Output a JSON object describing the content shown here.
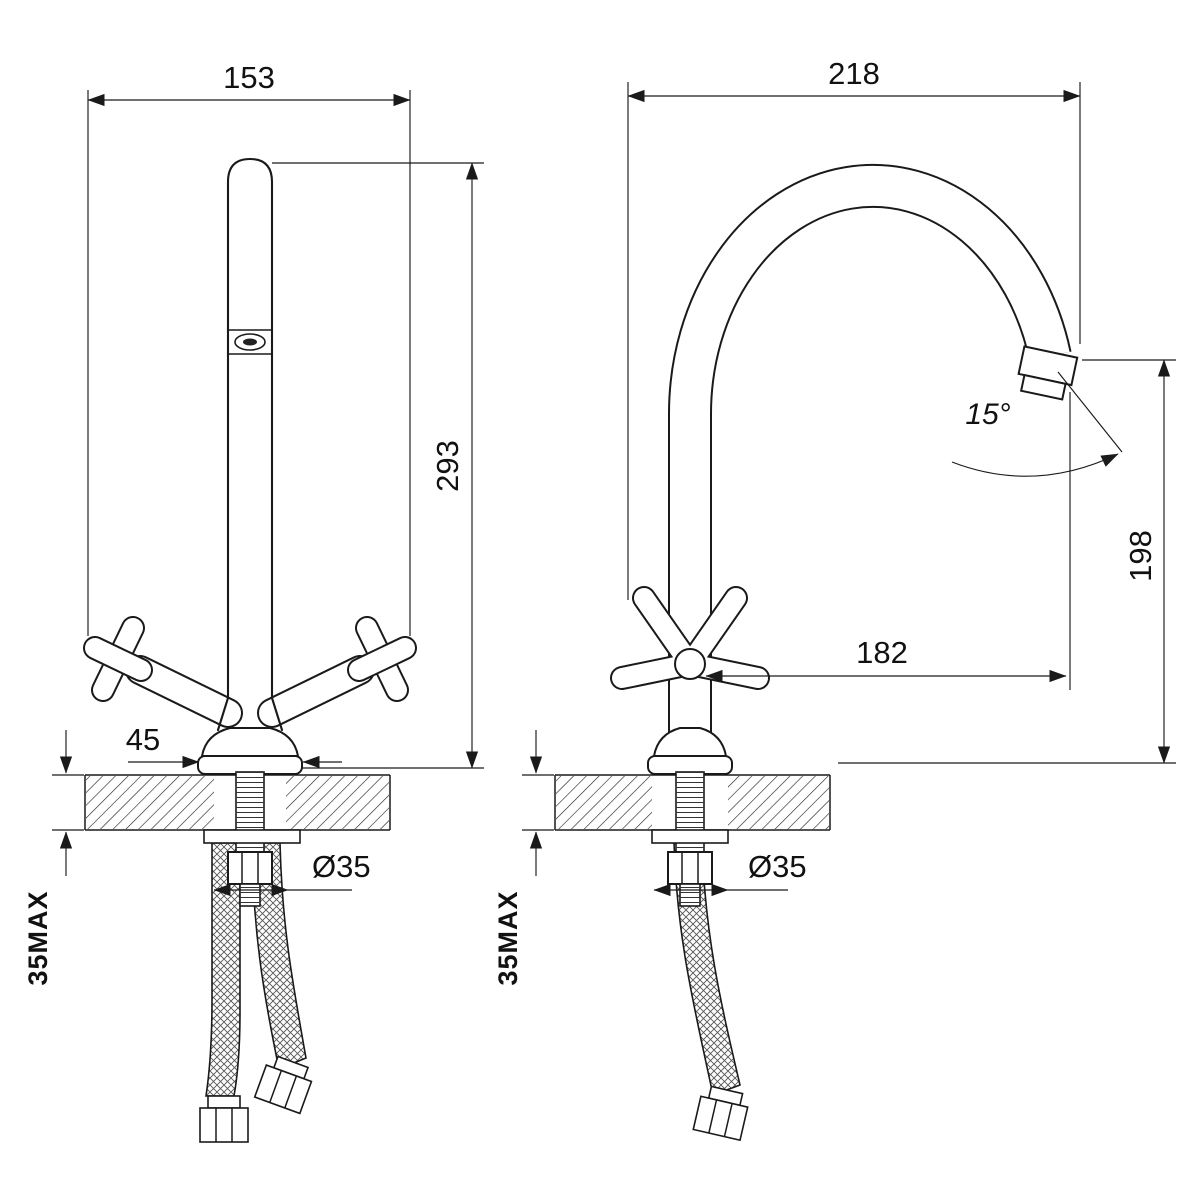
{
  "front": {
    "width": "153",
    "height": "293",
    "base": "45",
    "hole": "Ø35",
    "max_thickness": "35MAX"
  },
  "side": {
    "depth": "218",
    "angle": "15°",
    "spout_height": "198",
    "reach": "182",
    "hole": "Ø35",
    "max_thickness": "35MAX"
  },
  "colors": {
    "line": "#1a1a1a",
    "background": "#ffffff"
  }
}
